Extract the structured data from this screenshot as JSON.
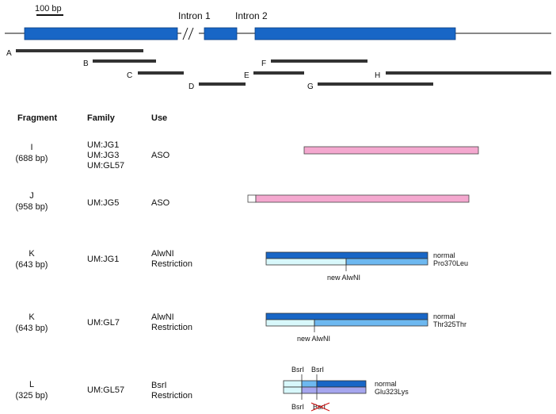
{
  "scale_bar": {
    "label": "100 bp"
  },
  "gene_map": {
    "introns": [
      "Intron 1",
      "Intron 2"
    ],
    "exon_color": "#1866c6",
    "fragments": [
      "A",
      "B",
      "C",
      "D",
      "E",
      "F",
      "G",
      "H"
    ]
  },
  "table": {
    "headers": {
      "fragment": "Fragment",
      "family": "Family",
      "use": "Use"
    },
    "rows": [
      {
        "fragment": "I",
        "size": "(688 bp)",
        "families": [
          "UM:JG1",
          "UM:JG3",
          "UM:GL57"
        ],
        "use": [
          "ASO"
        ]
      },
      {
        "fragment": "J",
        "size": "(958 bp)",
        "families": [
          "UM:JG5"
        ],
        "use": [
          "ASO"
        ]
      },
      {
        "fragment": "K",
        "size": "(643 bp)",
        "families": [
          "UM:JG1"
        ],
        "use": [
          "AlwNI",
          "Restriction"
        ],
        "bar_labels": [
          "normal",
          "Pro370Leu"
        ],
        "site_label": "new AlwNI"
      },
      {
        "fragment": "K",
        "size": "(643 bp)",
        "families": [
          "UM:GL7"
        ],
        "use": [
          "AlwNI",
          "Restriction"
        ],
        "bar_labels": [
          "normal",
          "Thr325Thr"
        ],
        "site_label": "new AlwNI"
      },
      {
        "fragment": "L",
        "size": "(325 bp)",
        "families": [
          "UM:GL57"
        ],
        "use": [
          "BsrI",
          "Restriction"
        ],
        "bar_labels": [
          "normal",
          "Glu323Lys"
        ],
        "top_sites": [
          "BsrI",
          "BsrI"
        ],
        "bottom_sites": [
          "BsrI",
          "BsrI"
        ]
      }
    ]
  },
  "colors": {
    "aso_pink": "#f4a8cf",
    "dark_blue": "#1866c6",
    "mid_blue": "#6db8f0",
    "pale_cyan": "#d8f8fb",
    "light_cyan": "#bff0f6",
    "lavender": "#a6a6ee",
    "strike_red": "#d01818"
  }
}
